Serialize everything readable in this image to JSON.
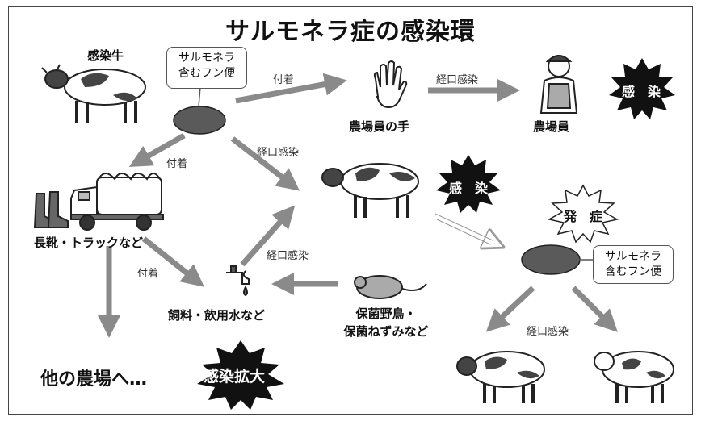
{
  "title": "サルモネラ症の感染環",
  "labels": {
    "infected_cow": "感染牛",
    "feces_bubble_line1": "サルモネラ",
    "feces_bubble_line2": "含むフン便",
    "attach_top": "付着",
    "oral_top": "経口感染",
    "worker_hand": "農場員の手",
    "worker": "農場員",
    "attach_left": "付着",
    "oral_middle": "経口感染",
    "boots_truck": "長靴・トラックなど",
    "attach_bottom": "付着",
    "oral_lower": "経口感染",
    "feed_water": "飼料・飲用水など",
    "carriers_line1": "保菌野鳥・",
    "carriers_line2": "保菌ねずみなど",
    "other_farms": "他の農場へ…",
    "spread": "感染拡大",
    "infection_worker": "感　染",
    "infection_cow": "感　染",
    "onset": "発　症",
    "feces2_bubble_line1": "サルモネラ",
    "feces2_bubble_line2": "含むフン便",
    "oral_bottom_right": "経口感染"
  },
  "colors": {
    "arrow": "#8a8a8a",
    "burst": "#111111",
    "feces": "#5a5a5a"
  }
}
